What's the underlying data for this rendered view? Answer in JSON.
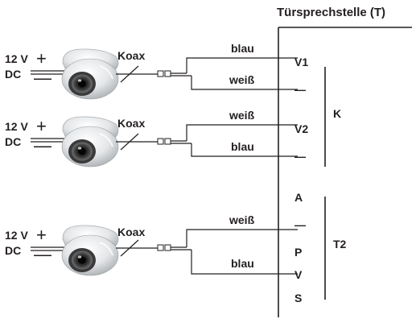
{
  "header": {
    "title": "Türsprechstelle (T)"
  },
  "cameras": [
    {
      "power_volt": "12 V",
      "power_plus": "+",
      "power_dc": "DC",
      "power_minus": "—",
      "cable_label": "Koax",
      "wire_top": "blau",
      "wire_bottom": "weiß"
    },
    {
      "power_volt": "12 V",
      "power_plus": "+",
      "power_dc": "DC",
      "power_minus": "—",
      "cable_label": "Koax",
      "wire_top": "weiß",
      "wire_bottom": "blau"
    },
    {
      "power_volt": "12 V",
      "power_plus": "+",
      "power_dc": "DC",
      "power_minus": "—",
      "cable_label": "Koax",
      "wire_top": "weiß",
      "wire_bottom": "blau"
    }
  ],
  "terminals": [
    {
      "label": "V1"
    },
    {
      "label": "—"
    },
    {
      "label": "V2"
    },
    {
      "label": "—"
    },
    {
      "label": "A"
    },
    {
      "label": "—"
    },
    {
      "label": "P"
    },
    {
      "label": "V"
    },
    {
      "label": "S"
    }
  ],
  "groups": [
    {
      "label": "K"
    },
    {
      "label": "T2"
    }
  ]
}
